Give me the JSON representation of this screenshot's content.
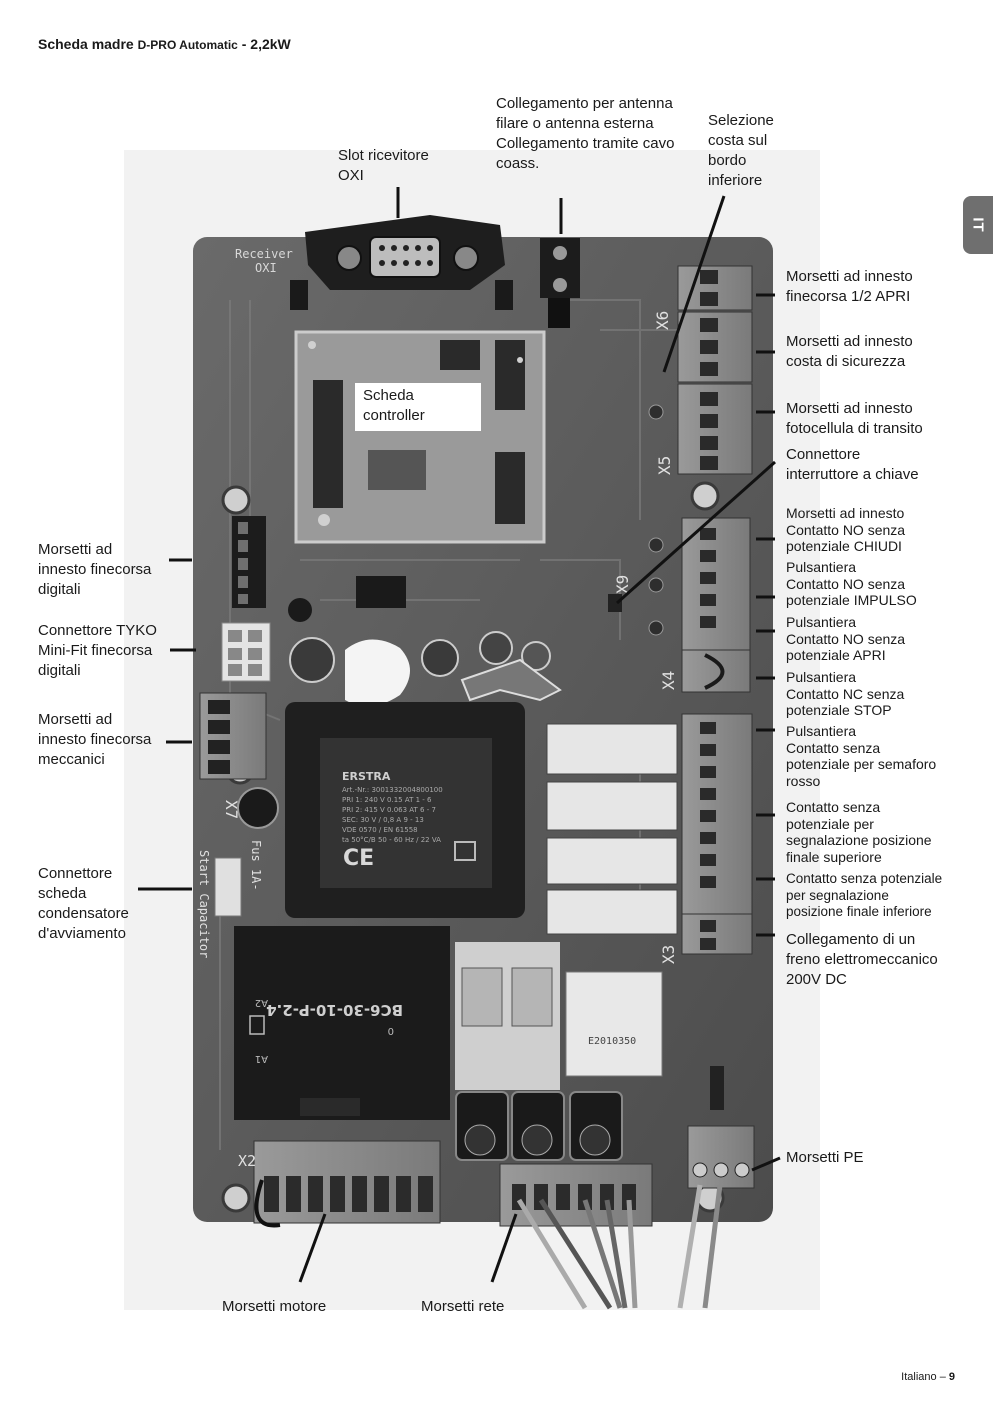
{
  "header": {
    "title_main": "Scheda madre ",
    "title_small": "D-PRO Automatic",
    "title_rest": " - 2,2kW"
  },
  "side_tab": "IT",
  "footer": {
    "lang": "Italiano – ",
    "page": "9"
  },
  "board_print": {
    "receiver": "Receiver",
    "oxi": "OXI",
    "x2": "X2",
    "x3": "X3",
    "x4": "X4",
    "x5": "X5",
    "x6": "X6",
    "x7": "X7",
    "x9": "X9",
    "fuse": "Fus 1A-",
    "start_cap": "Start Capacitor",
    "contactor_code": "BC6-30-10-P-2.4",
    "transformer_brand": "ERSTRA",
    "transformer_ce": "CE",
    "aux_transformer": "E2010350"
  },
  "labels": {
    "antenna": [
      "Collegamento per antenna",
      "filare o antenna esterna",
      "Collegamento tramite cavo",
      "coass."
    ],
    "selezione": [
      "Selezione",
      "costa sul",
      "bordo",
      "inferiore"
    ],
    "slot": [
      "Slot ricevitore",
      "OXI"
    ],
    "scheda": [
      "Scheda",
      "controller"
    ],
    "fc_apri": [
      "Morsetti ad innesto",
      "finecorsa 1/2 APRI"
    ],
    "costa": [
      "Morsetti ad innesto",
      "costa di sicurezza"
    ],
    "fotocellula": [
      "Morsetti ad innesto",
      "fotocellula di transito"
    ],
    "chiave": [
      "Connettore",
      "interruttore a chiave"
    ],
    "chiudi": [
      "Morsetti ad innesto",
      "Contatto NO senza",
      "potenziale CHIUDI"
    ],
    "impulso": [
      "Pulsantiera",
      "Contatto NO senza",
      "potenziale IMPULSO"
    ],
    "apri": [
      "Pulsantiera",
      "Contatto NO senza",
      "potenziale APRI"
    ],
    "stop": [
      "Pulsantiera",
      "Contatto NC senza",
      "potenziale STOP"
    ],
    "semaforo": [
      "Pulsantiera",
      "Contatto senza",
      "potenziale per semaforo",
      "rosso"
    ],
    "superiore": [
      "Contatto senza",
      "potenziale per",
      "segnalazione posizione",
      "finale superiore"
    ],
    "inferiore": [
      "Contatto senza potenziale",
      "per segnalazione",
      "posizione finale inferiore"
    ],
    "freno": [
      "Collegamento di un",
      "freno elettromeccanico",
      "200V DC"
    ],
    "pe": [
      "Morsetti PE"
    ],
    "fc_digitali": [
      "Morsetti ad",
      "innesto finecorsa",
      "digitali"
    ],
    "tyko": [
      "Connettore TYKO",
      "Mini-Fit finecorsa",
      "digitali"
    ],
    "fc_meccanici": [
      "Morsetti ad",
      "innesto finecorsa",
      "meccanici"
    ],
    "condensatore": [
      "Connettore",
      "scheda",
      "condensatore",
      "d'avviamento"
    ],
    "motore": [
      "Morsetti motore"
    ],
    "rete": [
      "Morsetti rete"
    ]
  }
}
